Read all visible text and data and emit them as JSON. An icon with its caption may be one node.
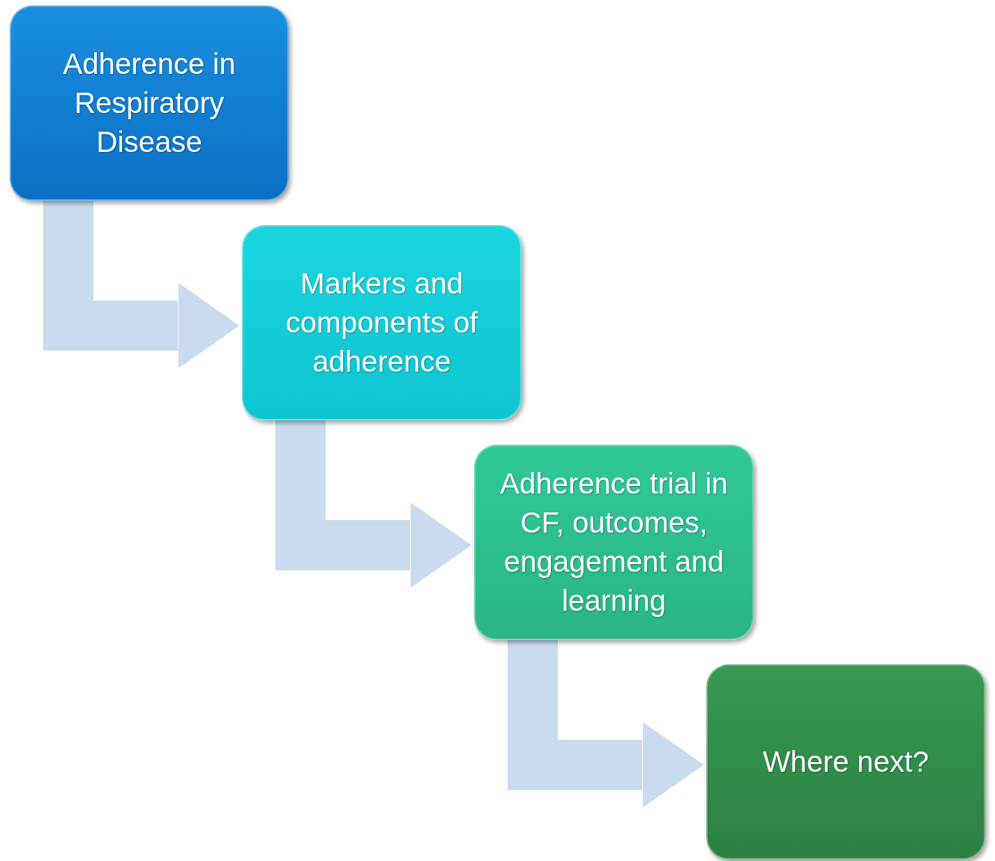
{
  "diagram": {
    "nodes": [
      {
        "text": [
          "Adherence in Respiratory Disease"
        ]
      },
      {
        "text": [
          "Markers and components of adherence"
        ]
      },
      {
        "text": [
          "Adherence trial in CF, outcomes, engagement and learning"
        ]
      },
      {
        "text": [
          "Where next?"
        ]
      }
    ],
    "edges": [
      {
        "from": 0,
        "to": 1,
        "arrow": "to"
      },
      {
        "from": 1,
        "to": 2,
        "arrow": "to"
      },
      {
        "from": 2,
        "to": 3,
        "arrow": "to"
      }
    ]
  }
}
